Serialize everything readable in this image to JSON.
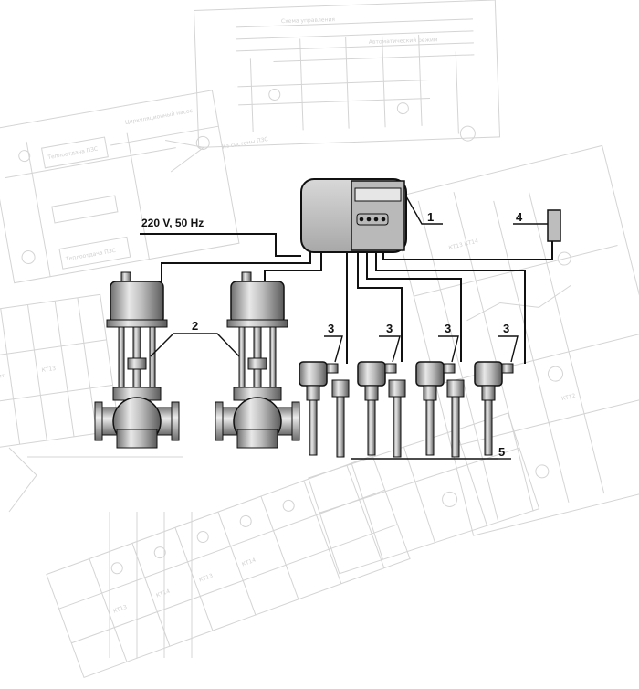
{
  "supply_label": "220 V, 50 Hz",
  "callouts": {
    "controller": "1",
    "valves": "2",
    "sensor_1": "3",
    "sensor_2": "3",
    "sensor_3": "3",
    "sensor_4": "3",
    "remote_sensor": "4",
    "probes": "5"
  },
  "colors": {
    "ink": "#111111",
    "device_fill": "#bdbdbd",
    "blueprint_lines": "#d4d4d4"
  }
}
